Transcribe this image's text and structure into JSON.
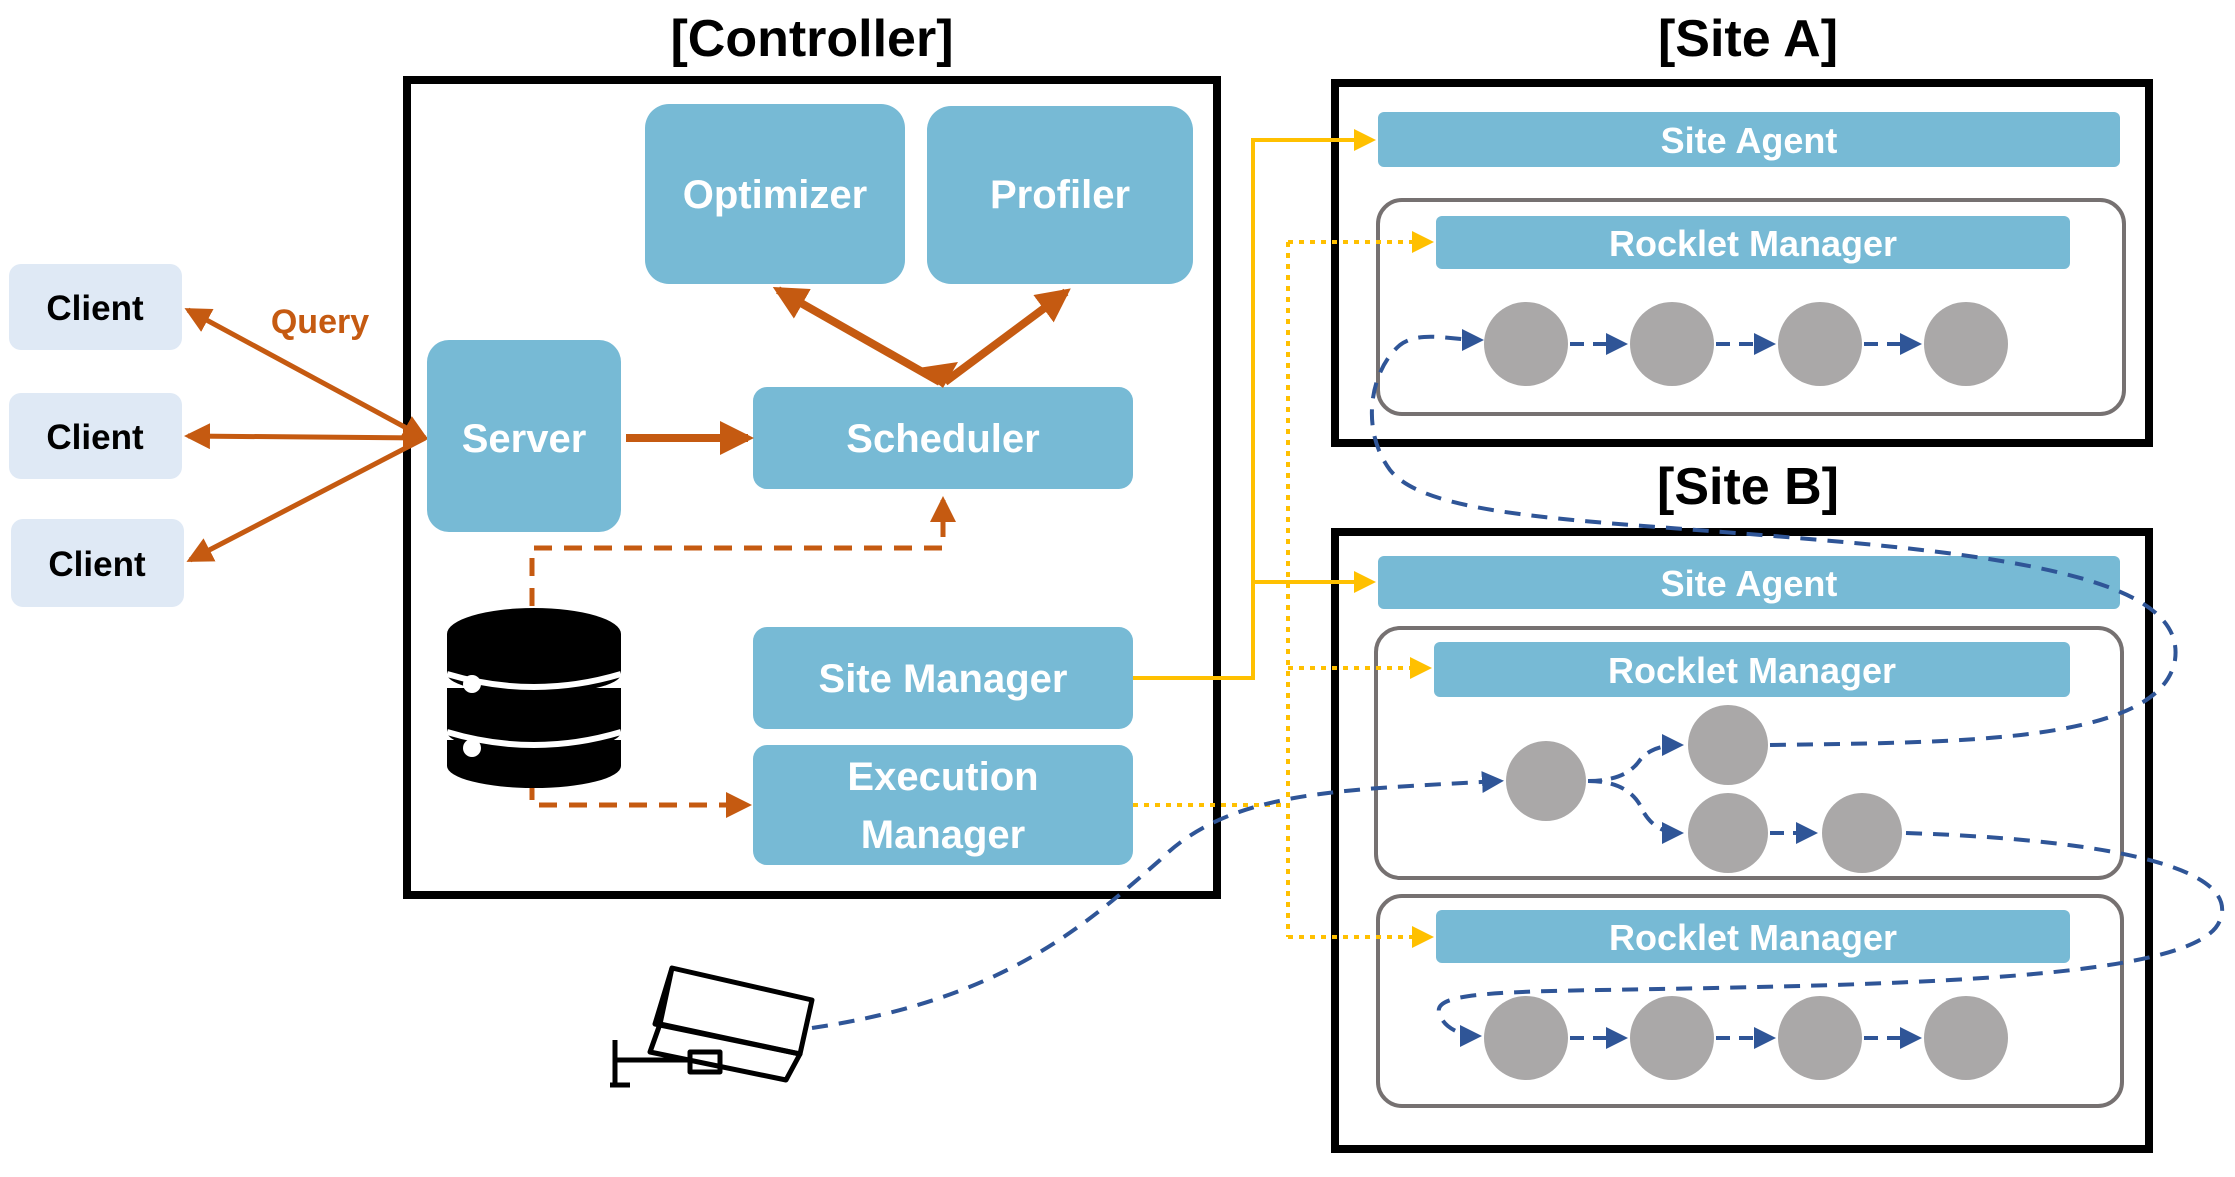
{
  "titles": {
    "controller": "[Controller]",
    "site_a": "[Site A]",
    "site_b": "[Site B]"
  },
  "clients": [
    "Client",
    "Client",
    "Client"
  ],
  "query_label": "Query",
  "controller": {
    "optimizer": "Optimizer",
    "profiler": "Profiler",
    "server": "Server",
    "scheduler": "Scheduler",
    "site_manager": "Site Manager",
    "execution_manager_line1": "Execution",
    "execution_manager_line2": "Manager"
  },
  "site_a": {
    "site_agent": "Site Agent",
    "rocklet_manager": "Rocklet Manager"
  },
  "site_b": {
    "site_agent": "Site Agent",
    "rocklet_manager_1": "Rocklet Manager",
    "rocklet_manager_2": "Rocklet Manager"
  },
  "icons": [
    "database-icon",
    "camera-icon"
  ],
  "colors": {
    "box_fill": "#77bad5",
    "client_fill": "#dfe9f5",
    "orange": "#c55a11",
    "gold": "#ffc000",
    "navy": "#2f5597",
    "node_gray": "#aaa8a8",
    "container_border": "#767171"
  }
}
